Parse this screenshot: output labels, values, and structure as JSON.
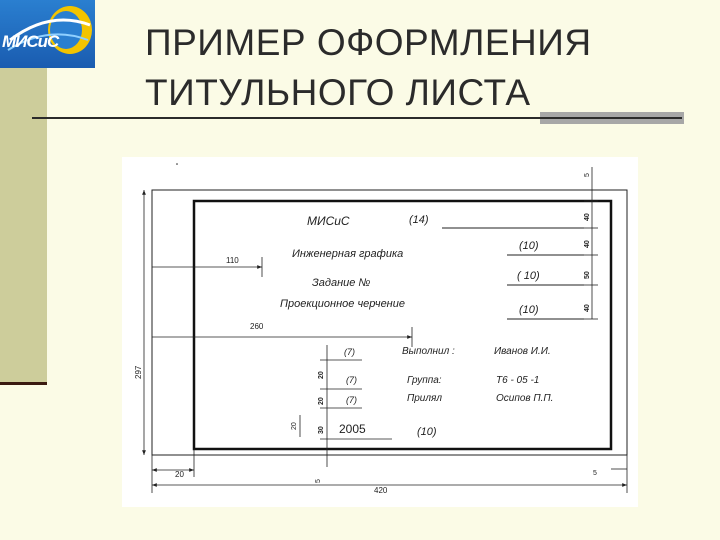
{
  "slide": {
    "title_line1": "ПРИМЕР ОФОРМЛЕНИЯ",
    "title_line2": "ТИТУЛЬНОГО ЛИСТА",
    "logo_text": "МИСиС"
  },
  "sheet": {
    "org": "МИСиС",
    "org_code": "(14)",
    "subject": "Инженерная графика",
    "subject_code": "(10)",
    "task": "Задание №",
    "task_code": "( 10)",
    "topic": "Проекционное черчение",
    "topic_code": "(10)",
    "done_code": "(7)",
    "done_label": "Выполнил :",
    "done_value": "Иванов И.И.",
    "group_code": "(7)",
    "group_label": "Группа:",
    "group_value": "Т6 - 05 -1",
    "teacher_code": "(7)",
    "teacher_label": "Прилял",
    "teacher_value": "Осипов П.П.",
    "year": "2005",
    "year_code": "(10)"
  },
  "dimensions": {
    "d110": "110",
    "d260": "260",
    "d297": "297",
    "d420": "420",
    "d20_left_bottom": "20",
    "d5_top": "5",
    "d40_a": "40",
    "d40_b": "40",
    "d50": "50",
    "d40_c": "40",
    "d20_a": "20",
    "d20_b": "20",
    "d30": "30",
    "d20_c": "20",
    "d5_bottom": "5",
    "d5_right": "5"
  }
}
